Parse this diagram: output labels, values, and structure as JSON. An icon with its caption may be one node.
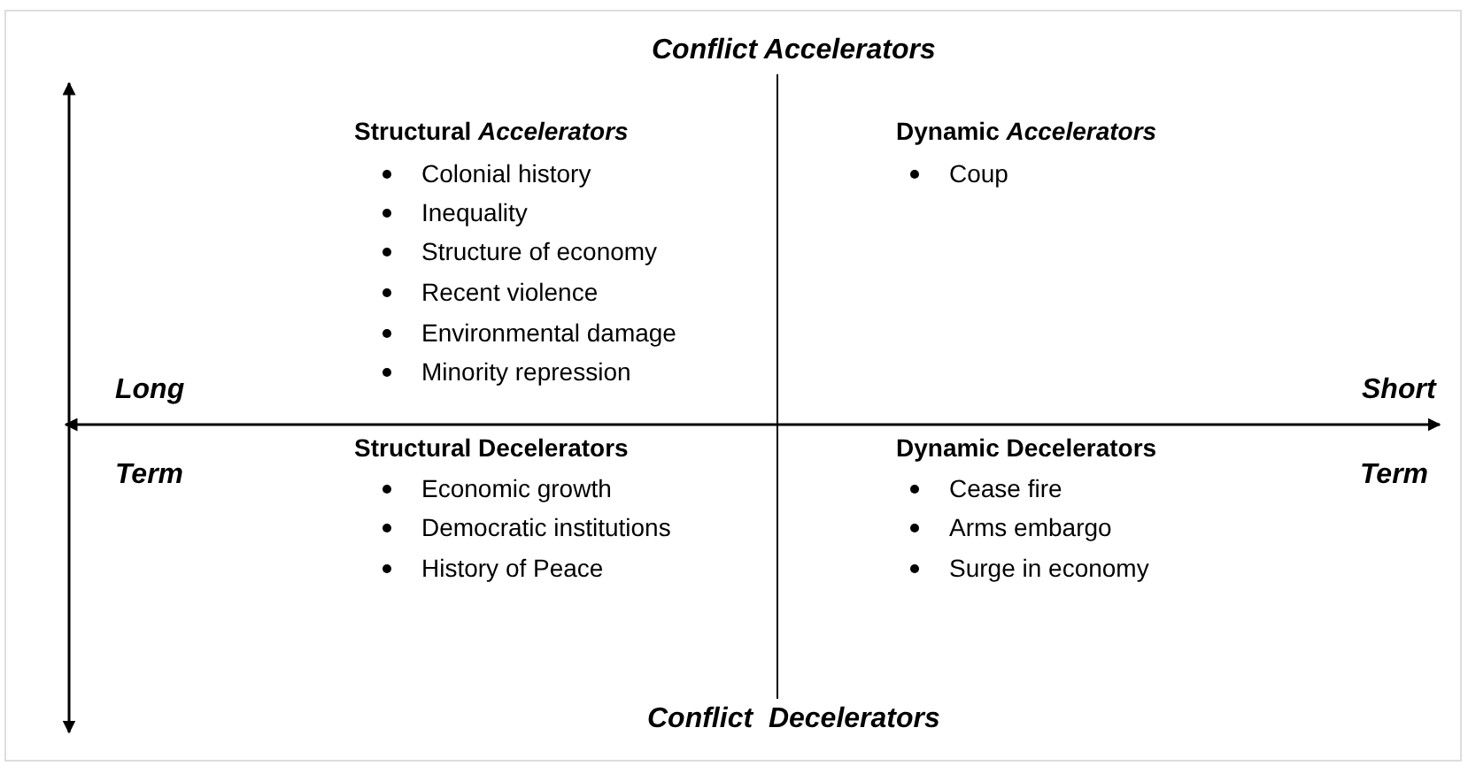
{
  "diagram": {
    "labels": [
      "Conflict Accelerators",
      "Structural *Accelerators*",
      "Colonial history",
      "Inequality",
      "Structure of economy",
      "Recent violence",
      "Environmental damage",
      "Minority repression",
      "Dynamic *Accelerators*",
      "Coup",
      "Long",
      "Short",
      "Structural Decelerators",
      "Economic growth",
      "Democratic institutions",
      "History of Peace",
      "Term",
      "Dynamic Decelerators",
      "Cease fire",
      "Arms embargo",
      "Surge in economy",
      "Term",
      "Conflict  Decelerators"
    ]
  }
}
